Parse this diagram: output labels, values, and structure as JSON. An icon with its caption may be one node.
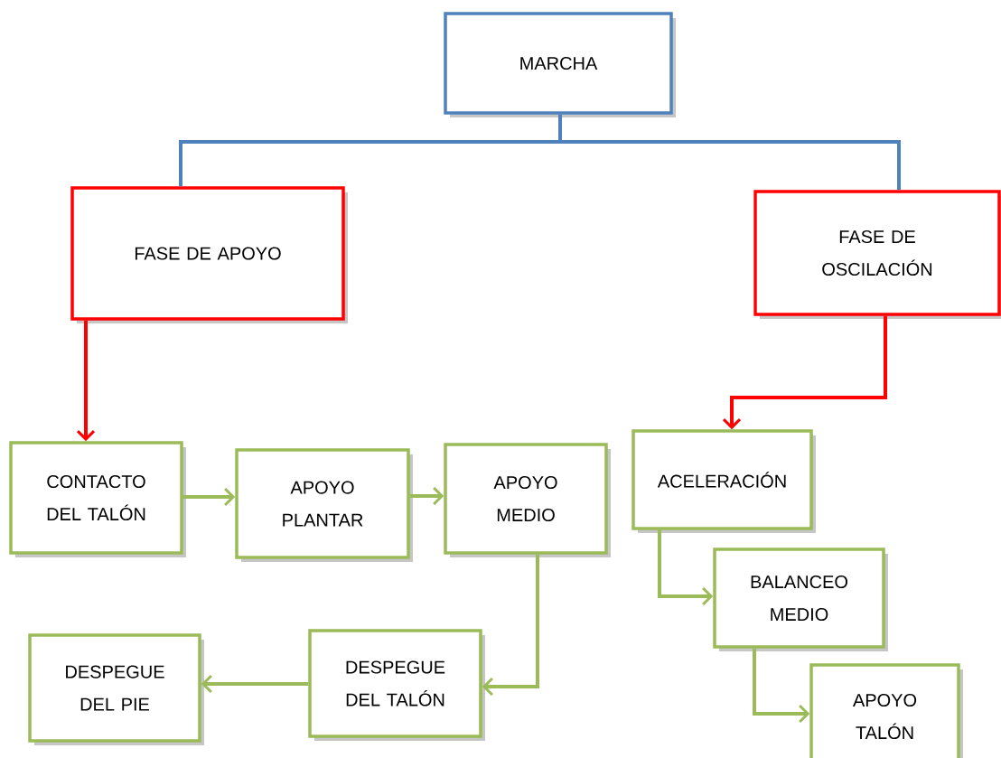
{
  "diagram": {
    "nodes": [
      {
        "text": [
          "MARCHA"
        ]
      },
      {
        "text": [
          "FASE DE APOYO"
        ]
      },
      {
        "text": [
          "FASE DE OSCILACIÓN"
        ]
      },
      {
        "text": [
          "CONTACTO DEL TALÓN"
        ]
      },
      {
        "text": [
          "APOYO PLANTAR"
        ]
      },
      {
        "text": [
          "APOYO MEDIO"
        ]
      },
      {
        "text": [
          "ACELERACIÓN"
        ]
      },
      {
        "text": [
          "BALANCEO MEDIO"
        ]
      },
      {
        "text": [
          "DESPEGUE DEL TALÓN"
        ]
      },
      {
        "text": [
          "DESPEGUE DEL PIE"
        ]
      },
      {
        "text": [
          "APOYO TALÓN"
        ]
      }
    ],
    "edges": [
      {
        "from": 0,
        "to": 1,
        "arrow": "none",
        "color": "#4f81bd"
      },
      {
        "from": 0,
        "to": 2,
        "arrow": "none",
        "color": "#4f81bd"
      },
      {
        "from": 1,
        "to": 3,
        "arrow": "to",
        "color": "#ff0000"
      },
      {
        "from": 2,
        "to": 6,
        "arrow": "to",
        "color": "#ff0000"
      },
      {
        "from": 3,
        "to": 4,
        "arrow": "to"
      },
      {
        "from": 4,
        "to": 5,
        "arrow": "to"
      },
      {
        "from": 5,
        "to": 8,
        "arrow": "to"
      },
      {
        "from": 8,
        "to": 9,
        "arrow": "to"
      },
      {
        "from": 6,
        "to": 7,
        "arrow": "to"
      },
      {
        "from": 7,
        "to": 10,
        "arrow": "to"
      }
    ]
  }
}
